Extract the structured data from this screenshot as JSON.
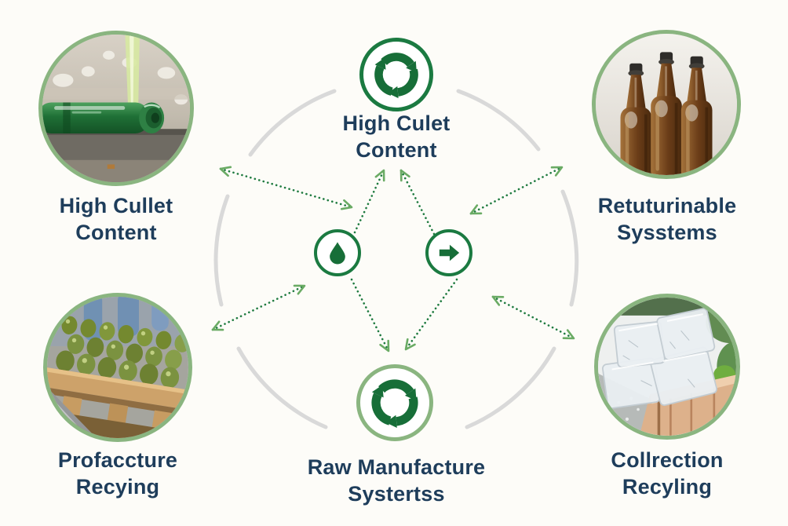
{
  "diagram": {
    "type": "circular-glass-recycling-infographic",
    "background": "#fdfcf8",
    "colors": {
      "dark_green_ring": "#1b7a41",
      "glyph_green": "#176e38",
      "sage_green_border": "#8ab580",
      "arrow_dot_green": "#1f7b40",
      "arrowhead_green": "#6aab64",
      "arc_gray": "#d9d9d9",
      "label_navy": "#1e3d5b"
    },
    "nodes": {
      "top_center": {
        "label": "High Culet\nContent",
        "icon": "recycle-icon"
      },
      "top_left": {
        "label": "High Cullet\nContent",
        "image": "green-glass-bottle-production-photo"
      },
      "top_right": {
        "label": "Retuturinable\nSysstems",
        "image": "amber-returnable-bottles-photo"
      },
      "center_left": {
        "icon": "water-drop-icon"
      },
      "center_right": {
        "icon": "arrow-right-icon"
      },
      "bottom_left": {
        "label": "Profaccture\nRecying",
        "image": "crated-green-bottles-photo"
      },
      "bottom_center": {
        "label": "Raw Manufacture\nSystertss",
        "icon": "recycle-icon"
      },
      "bottom_right": {
        "label": "Collrection\nRecyling",
        "image": "clear-glass-blocks-photo"
      }
    }
  }
}
